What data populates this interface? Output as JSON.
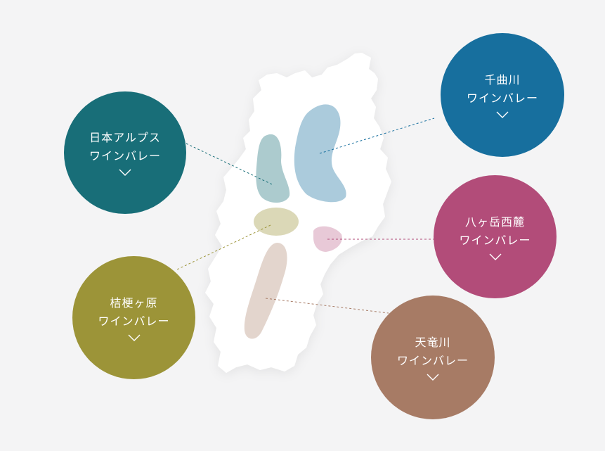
{
  "colors": {
    "background": "#f4f4f5",
    "prefecture": "#ffffff",
    "alps": "#186e78",
    "chikuma": "#176f9e",
    "yatsugatake": "#b24c79",
    "kikyogahara": "#9c9438",
    "tenryu": "#a77b65"
  },
  "valleys": {
    "alps": {
      "line1": "日本アルプス",
      "line2": "ワインバレー",
      "icon": "chevron-down-icon"
    },
    "chikuma": {
      "line1": "千曲川",
      "line2": "ワインバレー",
      "icon": "chevron-down-icon"
    },
    "yatsu": {
      "line1": "八ヶ岳西麓",
      "line2": "ワインバレー",
      "icon": "chevron-down-icon"
    },
    "kiky": {
      "line1": "桔梗ヶ原",
      "line2": "ワインバレー",
      "icon": "chevron-down-icon"
    },
    "tenryu": {
      "line1": "天竜川",
      "line2": "ワインバレー",
      "icon": "chevron-down-icon"
    }
  }
}
